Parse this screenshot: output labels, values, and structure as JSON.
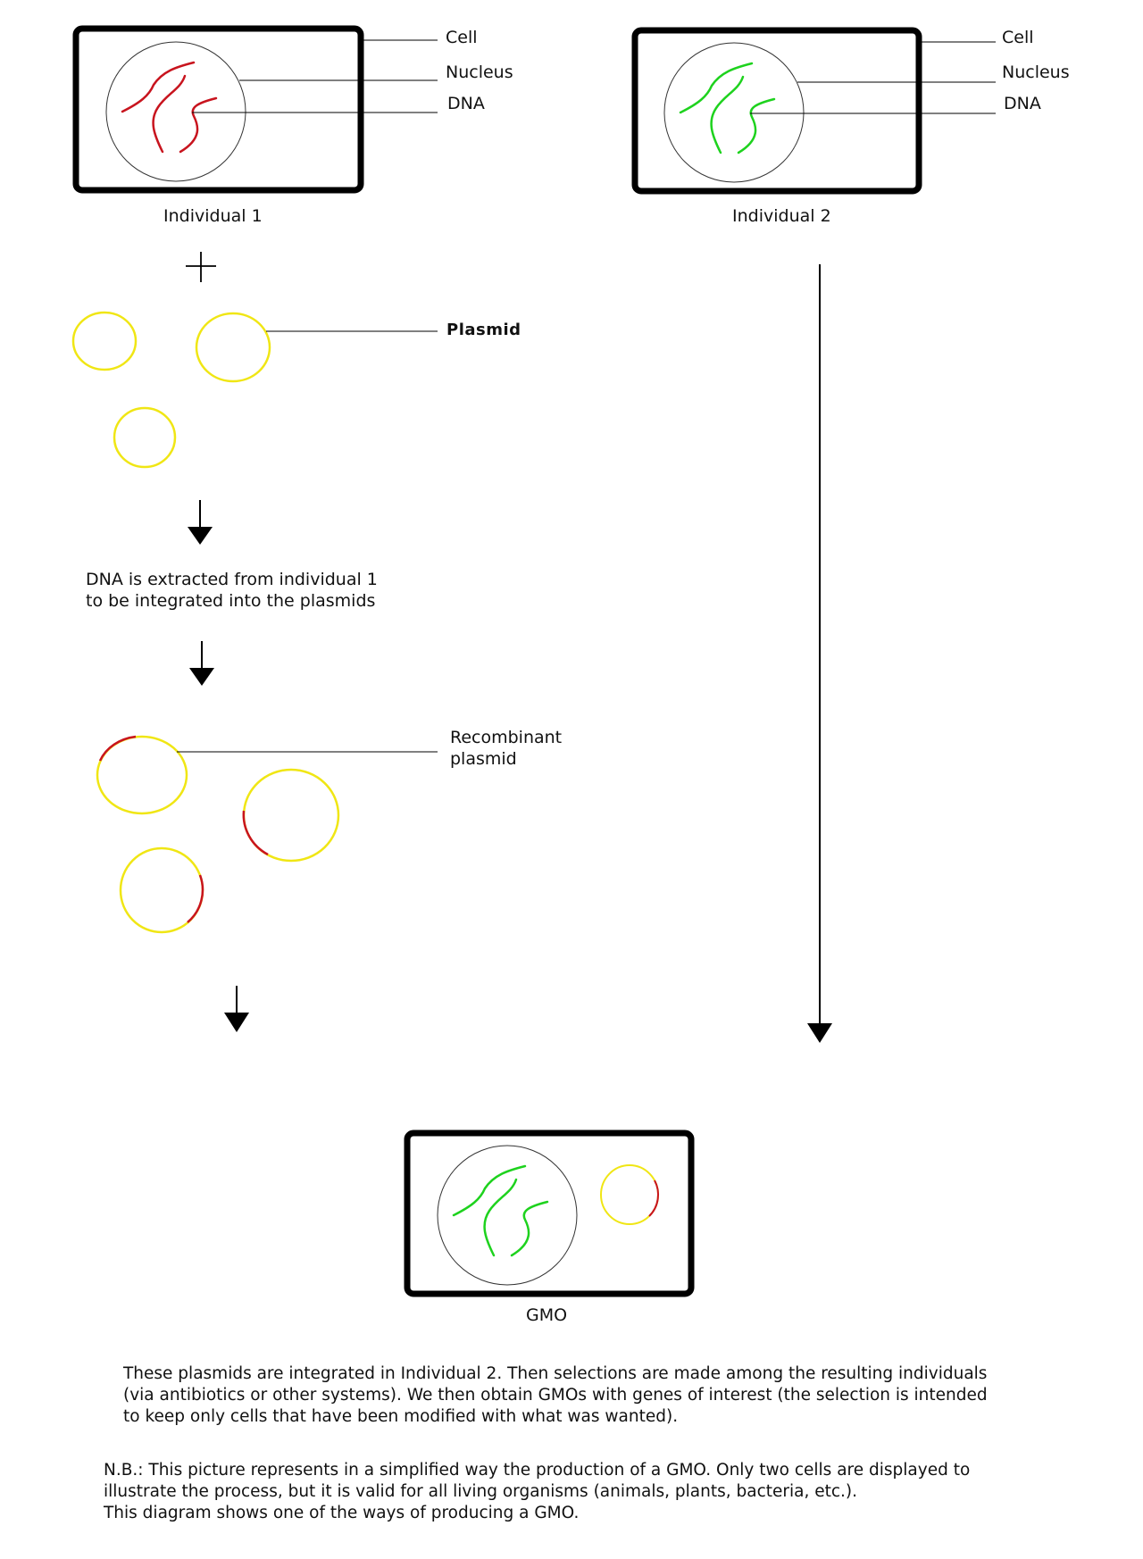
{
  "individual1": {
    "caption": "Individual 1",
    "labels": {
      "cell": "Cell",
      "nucleus": "Nucleus",
      "dna": "DNA"
    },
    "dna_color": "#c8141e"
  },
  "individual2": {
    "caption": "Individual 2",
    "labels": {
      "cell": "Cell",
      "nucleus": "Nucleus",
      "dna": "DNA"
    },
    "dna_color": "#1ed21e"
  },
  "plasmid_label": "Plasmid",
  "plasmid_color": "#f0e614",
  "step1_text": [
    "DNA is extracted from individual 1",
    "to be integrated into the plasmids"
  ],
  "recombinant_label": [
    "Recombinant",
    "plasmid"
  ],
  "gmo": {
    "caption": "GMO"
  },
  "description": [
    "These plasmids are integrated in Individual 2. Then selections are made among the resulting individuals",
    "(via antibiotics or other systems). We then obtain GMOs with genes of interest (the selection is intended",
    "to keep only cells that have been modified with what was wanted)."
  ],
  "note": [
    "N.B.: This picture represents in a simplified way the production of a GMO. Only two cells are displayed to",
    "illustrate the process, but it is valid for all living organisms (animals, plants, bacteria, etc.).",
    "This diagram shows one of the ways of producing a GMO."
  ]
}
